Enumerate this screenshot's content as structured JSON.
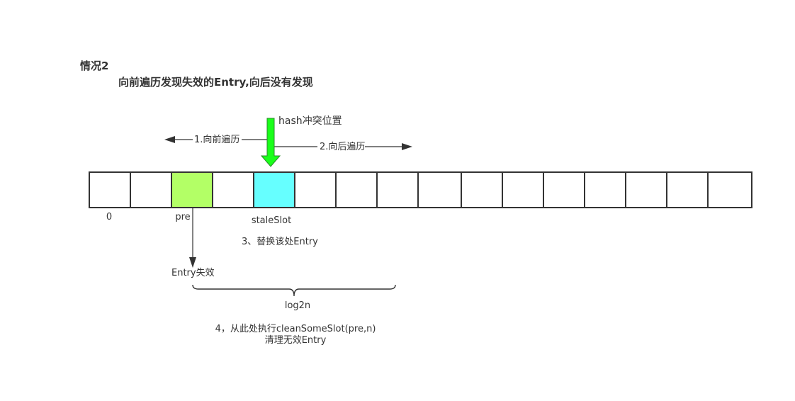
{
  "titles": {
    "case": "情况2",
    "description": "向前遍历发现失效的Entry,向后没有发现"
  },
  "labels": {
    "hash_position": "hash冲突位置",
    "backward_traverse": "1.向前遍历",
    "forward_traverse": "2.向后遍历",
    "index_zero": "0",
    "pre": "pre",
    "stale_slot": "staleSlot",
    "replace_step": "3、替换该处Entry",
    "entry_invalid": "Entry失效",
    "log2n": "log2n",
    "clean_step_line1": "4，从此处执行cleanSomeSlot(pre,n)",
    "clean_step_line2": "清理无效Entry"
  },
  "array": {
    "slot_count": 16,
    "highlights": [
      {
        "index": 2,
        "role": "pre",
        "color": "#b3ff66"
      },
      {
        "index": 4,
        "role": "staleSlot",
        "color": "#66ffff"
      }
    ]
  },
  "colors": {
    "line": "#333333",
    "hash_arrow": "#1aff1a",
    "hash_arrow_stroke": "#2a8a2a"
  }
}
